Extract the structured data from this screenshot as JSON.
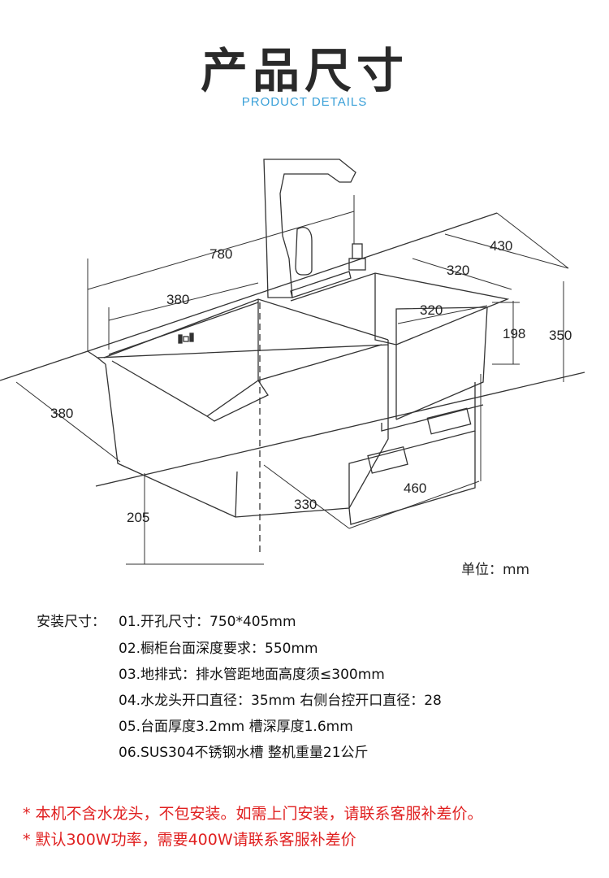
{
  "header": {
    "title": "产品尺寸",
    "subtitle": "PRODUCT DETAILS"
  },
  "diagram": {
    "dims": {
      "d780": "780",
      "d380_top": "380",
      "d430": "430",
      "d320_top": "320",
      "d320_mid": "320",
      "d198": "198",
      "d350": "350",
      "d380_left": "380",
      "d205": "205",
      "d330": "330",
      "d460": "460"
    }
  },
  "unit_label": "单位：mm",
  "specs": {
    "label": "安装尺寸：",
    "items": [
      "01.开孔尺寸：750*405mm",
      "02.橱柜台面深度要求：550mm",
      "03.地排式：排水管距地面高度须≤300mm",
      "04.水龙头开口直径：35mm  右侧台控开口直径：28",
      "05.台面厚度3.2mm  槽深厚度1.6mm",
      "06.SUS304不锈钢水槽 整机重量21公斤"
    ]
  },
  "notes": [
    "* 本机不含水龙头，不包安装。如需上门安装，请联系客服补差价。",
    "* 默认300W功率，需要400W请联系客服补差价"
  ]
}
